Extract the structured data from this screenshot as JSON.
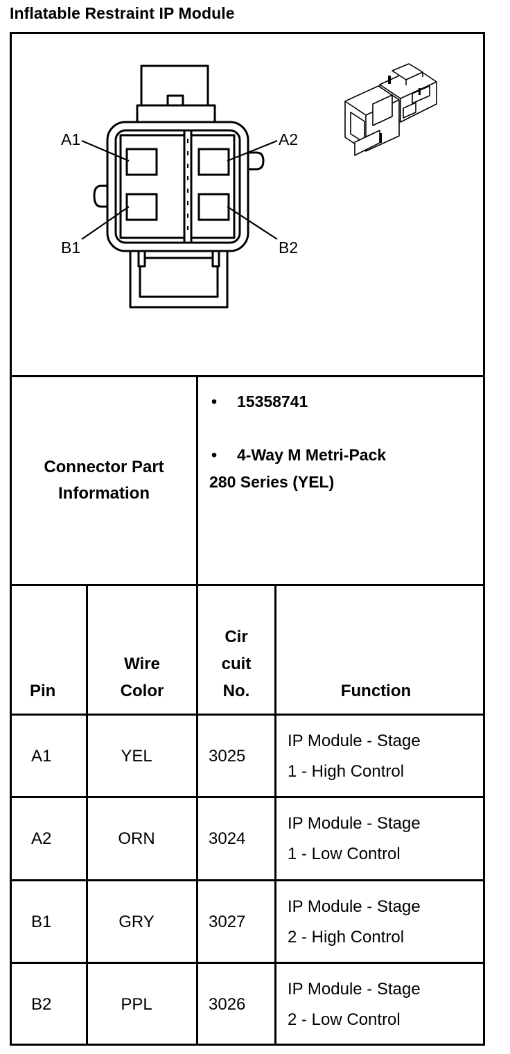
{
  "title": "Inflatable Restraint IP Module",
  "diagram": {
    "pin_labels": {
      "a1": "A1",
      "a2": "A2",
      "b1": "B1",
      "b2": "B2"
    }
  },
  "connector": {
    "label_line1": "Connector Part",
    "label_line2": "Information",
    "part_number": "15358741",
    "description_line1": "4-Way M Metri-Pack",
    "description_line2": "280 Series (YEL)",
    "bullet": "•"
  },
  "table": {
    "headers": {
      "pin": "Pin",
      "wire_color_line1": "Wire",
      "wire_color_line2": "Color",
      "circuit_line1": "Cir",
      "circuit_line2": "cuit",
      "circuit_line3": "No.",
      "function": "Function"
    },
    "rows": [
      {
        "pin": "A1",
        "color": "YEL",
        "circuit": "3025",
        "function_line1": "IP Module - Stage",
        "function_line2": "1 - High Control"
      },
      {
        "pin": "A2",
        "color": "ORN",
        "circuit": "3024",
        "function_line1": "IP Module - Stage",
        "function_line2": "1 - Low Control"
      },
      {
        "pin": "B1",
        "color": "GRY",
        "circuit": "3027",
        "function_line1": "IP Module - Stage",
        "function_line2": "2 - High Control"
      },
      {
        "pin": "B2",
        "color": "PPL",
        "circuit": "3026",
        "function_line1": "IP Module - Stage",
        "function_line2": "2 - Low Control"
      }
    ]
  }
}
